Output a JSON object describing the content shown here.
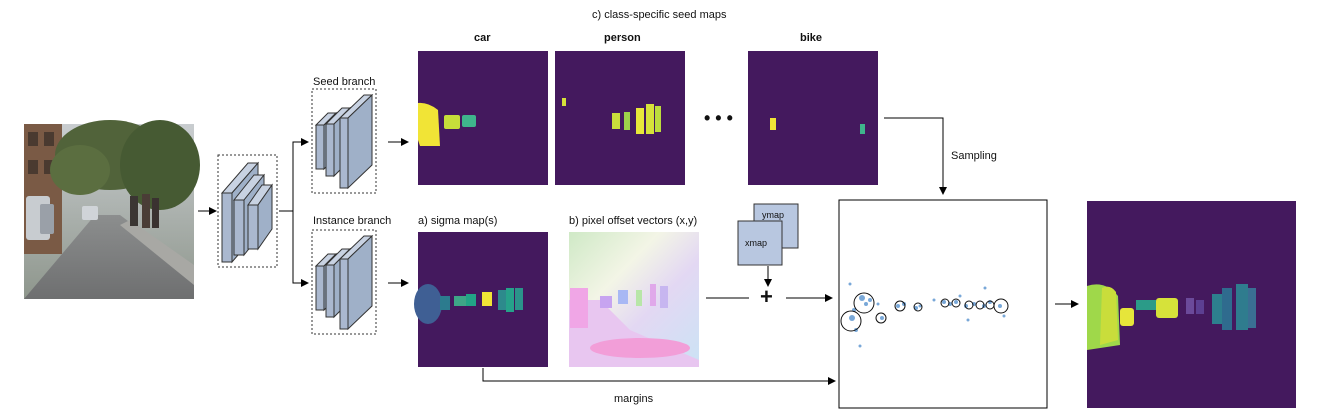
{
  "title": "c) class-specific seed maps",
  "seed_classes": [
    "car",
    "person",
    "bike"
  ],
  "branches": {
    "seed": "Seed branch",
    "instance": "Instance branch"
  },
  "outputs": {
    "sigma": "a)  sigma map(s)",
    "offsets": "b) pixel offset vectors (x,y)"
  },
  "coords": {
    "ymap": "ymap",
    "xmap": "xmap"
  },
  "plus_symbol": "+",
  "ellipsis": "• • •",
  "sampling": "Sampling",
  "margins": "margins"
}
